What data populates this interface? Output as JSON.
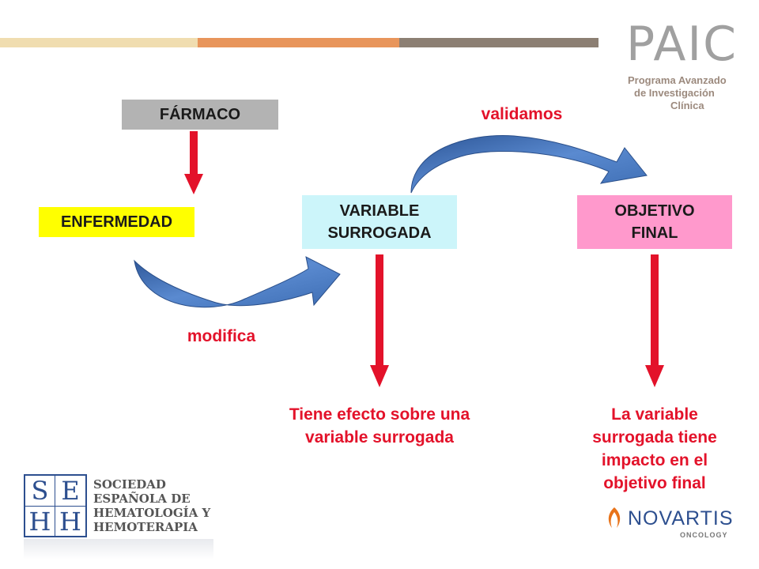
{
  "header": {
    "stripe_colors": [
      "#f0ddb0",
      "#e8955b",
      "#8c7f73"
    ],
    "logo": {
      "mark": "PAIC",
      "line1": "Programa Avanzado",
      "line2": "de Investigación",
      "line3": "Clínica"
    }
  },
  "nodes": {
    "farmaco": "FÁRMACO",
    "enfermedad": "ENFERMEDAD",
    "variable_line1": "VARIABLE",
    "variable_line2": "SURROGADA",
    "objetivo_line1": "OBJETIVO",
    "objetivo_line2": "FINAL"
  },
  "labels": {
    "validamos": "validamos",
    "modifica": "modifica",
    "efecto_line1": "Tiene efecto sobre una",
    "efecto_line2": "variable surrogada",
    "impacto_line1": "La variable",
    "impacto_line2": "surrogada tiene",
    "impacto_line3": "impacto en el",
    "impacto_line4": "objetivo final"
  },
  "colors": {
    "farmaco_bg": "#b3b3b3",
    "enfermedad_bg": "#ffff00",
    "variable_bg": "#ccf5fa",
    "objetivo_bg": "#ff99cc",
    "red": "#e3122a",
    "blue_arrow": "#4a78b8"
  },
  "footer": {
    "sehh_letters": [
      "S",
      "E",
      "H",
      "H"
    ],
    "sehh_line1": "SOCIEDAD",
    "sehh_line2": "ESPAÑOLA DE",
    "sehh_line3": "HEMATOLOGÍA Y",
    "sehh_line4": "HEMOTERAPIA",
    "novartis": "NOVARTIS",
    "novartis_sub": "ONCOLOGY"
  }
}
